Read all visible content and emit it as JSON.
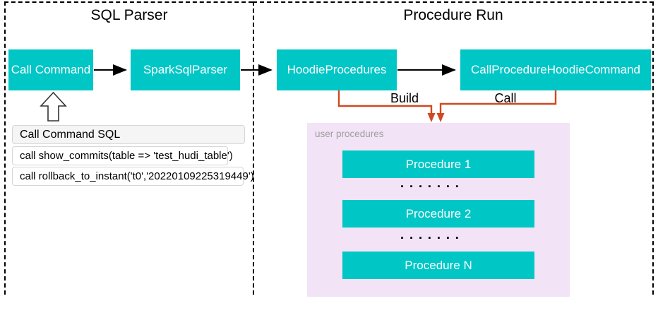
{
  "diagram": {
    "sections": {
      "left_title": "SQL Parser",
      "right_title": "Procedure Run"
    },
    "nodes": {
      "call_command": "Call Command",
      "spark_sql_parser": "SparkSqlParser",
      "hoodie_procedures": "HoodieProcedures",
      "call_procedure_hoodie_command": "CallProcedureHoodieCommand"
    },
    "edge_labels": {
      "build": "Build",
      "call": "Call"
    },
    "sql_panel": {
      "header": "Call Command SQL",
      "rows": [
        "call show_commits(table => 'test_hudi_table')",
        "call rollback_to_instant('t0','20220109225319449')"
      ]
    },
    "user_procedures": {
      "label": "user procedures",
      "items": [
        "Procedure 1",
        "Procedure 2",
        "Procedure N"
      ],
      "ellipsis": "▪ ▪ ▪ ▪ ▪ ▪ ▪"
    },
    "colors": {
      "node_fill": "#00c6c6",
      "node_text": "#ffffff",
      "panel_fill": "#f2e3f6",
      "panel_label_text": "#9e9e9e",
      "connector_orange": "#d0491f",
      "arrow_black": "#000000",
      "sql_header_fill": "#f5f5f5",
      "sql_border": "#d6d6d6"
    }
  }
}
